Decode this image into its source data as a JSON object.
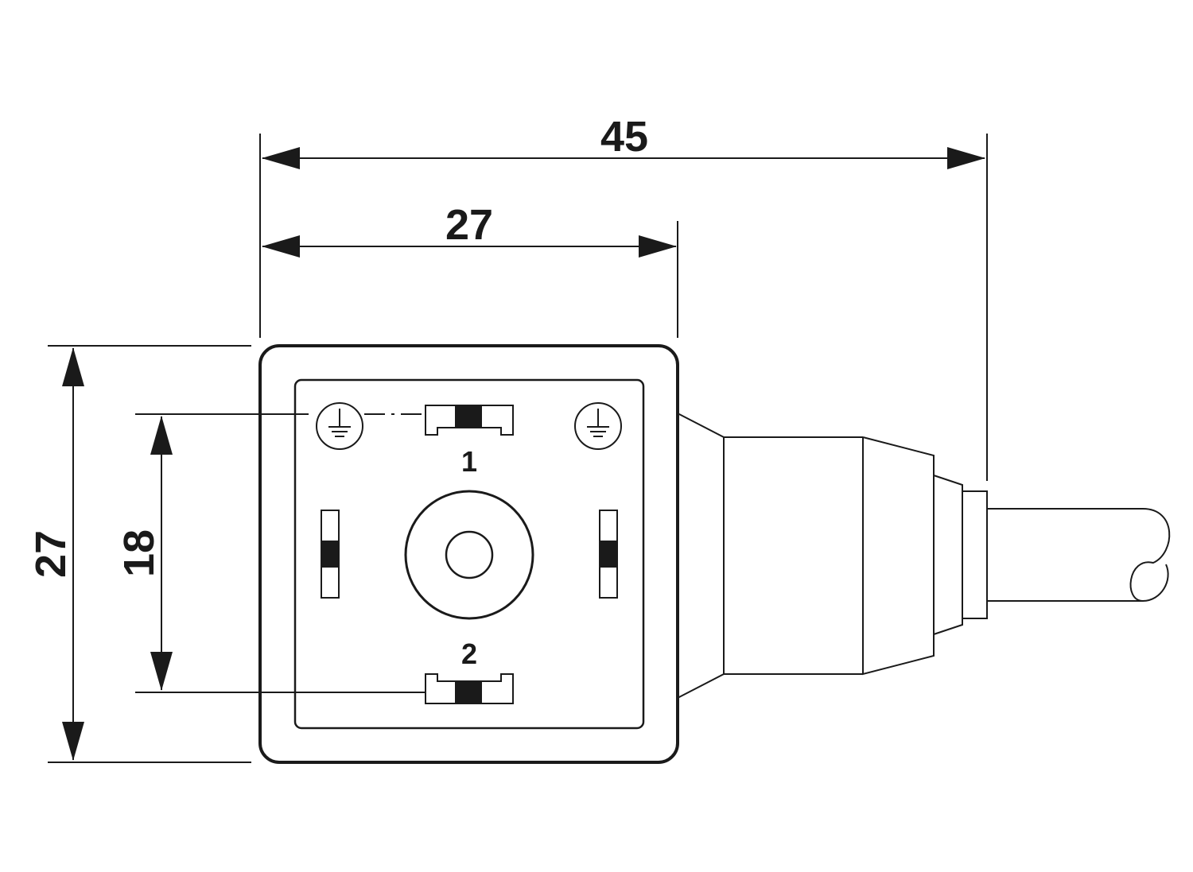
{
  "dimensions": {
    "overall_length": "45",
    "housing_width": "27",
    "housing_height": "27",
    "contact_spacing": "18"
  },
  "contacts": {
    "top_label": "1",
    "bottom_label": "2"
  },
  "icons": {
    "ground_left": "ground-icon",
    "ground_right": "ground-icon"
  }
}
